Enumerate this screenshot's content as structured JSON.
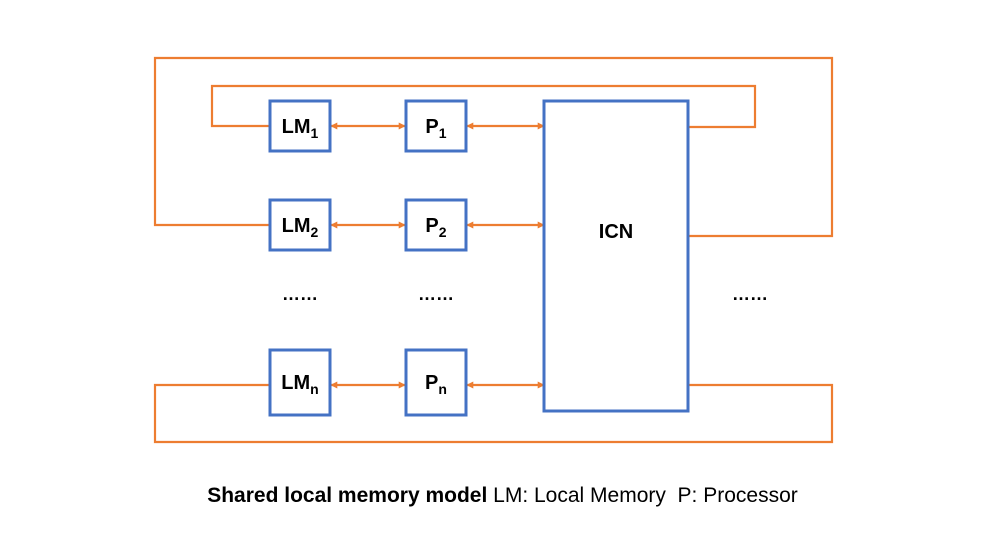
{
  "colors": {
    "box_stroke": "#4472C4",
    "wire": "#ED7D31"
  },
  "labels": {
    "lm1": {
      "base": "LM",
      "sub": "1"
    },
    "lm2": {
      "base": "LM",
      "sub": "2"
    },
    "lmn": {
      "base": "LM",
      "sub": "n"
    },
    "p1": {
      "base": "P",
      "sub": "1"
    },
    "p2": {
      "base": "P",
      "sub": "2"
    },
    "pn": {
      "base": "P",
      "sub": "n"
    },
    "icn": "ICN"
  },
  "ellipsis": {
    "lm": "……",
    "p": "……",
    "right": "……"
  },
  "caption": {
    "bold": "Shared local memory model",
    "rest": " LM: Local Memory  P: Processor"
  }
}
